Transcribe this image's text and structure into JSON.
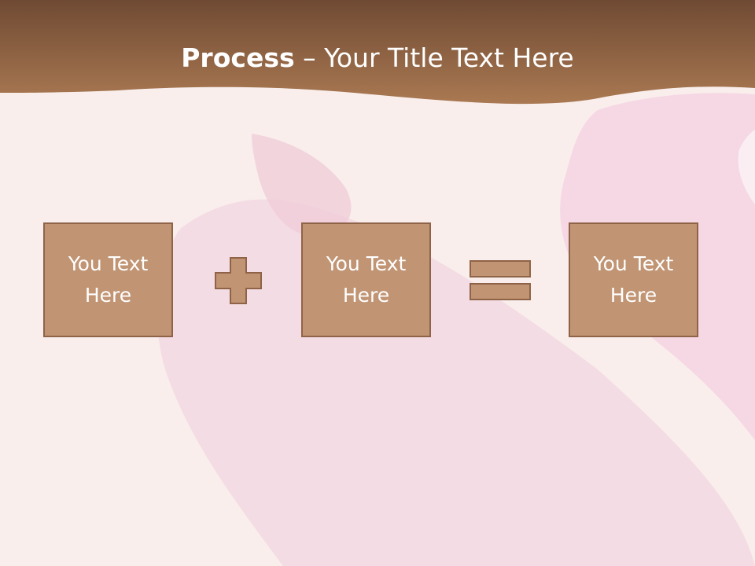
{
  "slide": {
    "title_bold": "Process",
    "title_rest": " – Your Title Text Here",
    "boxes": [
      {
        "text": "You Text Here"
      },
      {
        "text": "You Text Here"
      },
      {
        "text": "You Text Here"
      }
    ],
    "operators": [
      "plus-icon",
      "equals-icon"
    ]
  },
  "colors": {
    "banner_top": "#6f4a33",
    "banner_bottom": "#a8764f",
    "box_fill": "#c19473",
    "box_border": "#8f6347",
    "background": "#f8ecec"
  }
}
